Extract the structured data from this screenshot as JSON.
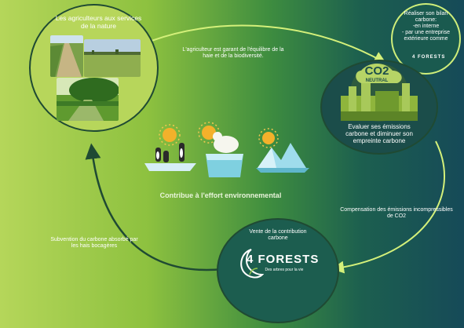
{
  "farmers": {
    "title": "Les agriculteurs aux services de la nature"
  },
  "top_arrow": {
    "text": "L'agriculteur est garant de l'équilibre de la haie et de la biodiversité."
  },
  "co2_bubble": {
    "text_lines": [
      "Réaliser son bilan carbone:",
      "-en interne",
      "- par une entreprise extérieure  comme"
    ],
    "logo": "4 FORESTS"
  },
  "company": {
    "text": "Evaluer ses émissions carbone et diminuer son empreinte carbone",
    "badge_main": "CO2",
    "badge_sub": "NEUTRAL"
  },
  "center": {
    "label": "Contribue à l'effort environnemental"
  },
  "right_arrow": {
    "text": "Compensation des émissions incompressibles de CO2"
  },
  "forests": {
    "caption": "Vente de la contribution carbone",
    "logo_main": "4 FORESTS",
    "logo_sub": "Des arbres pour la vie"
  },
  "left_arrow": {
    "text": "Subvention du carbone absorbé par les hais bocagères"
  },
  "colors": {
    "arrow": "#d4f07a",
    "ring": "#1f4a33",
    "gradient_left": "#b5d65a",
    "gradient_right": "#164a58"
  }
}
